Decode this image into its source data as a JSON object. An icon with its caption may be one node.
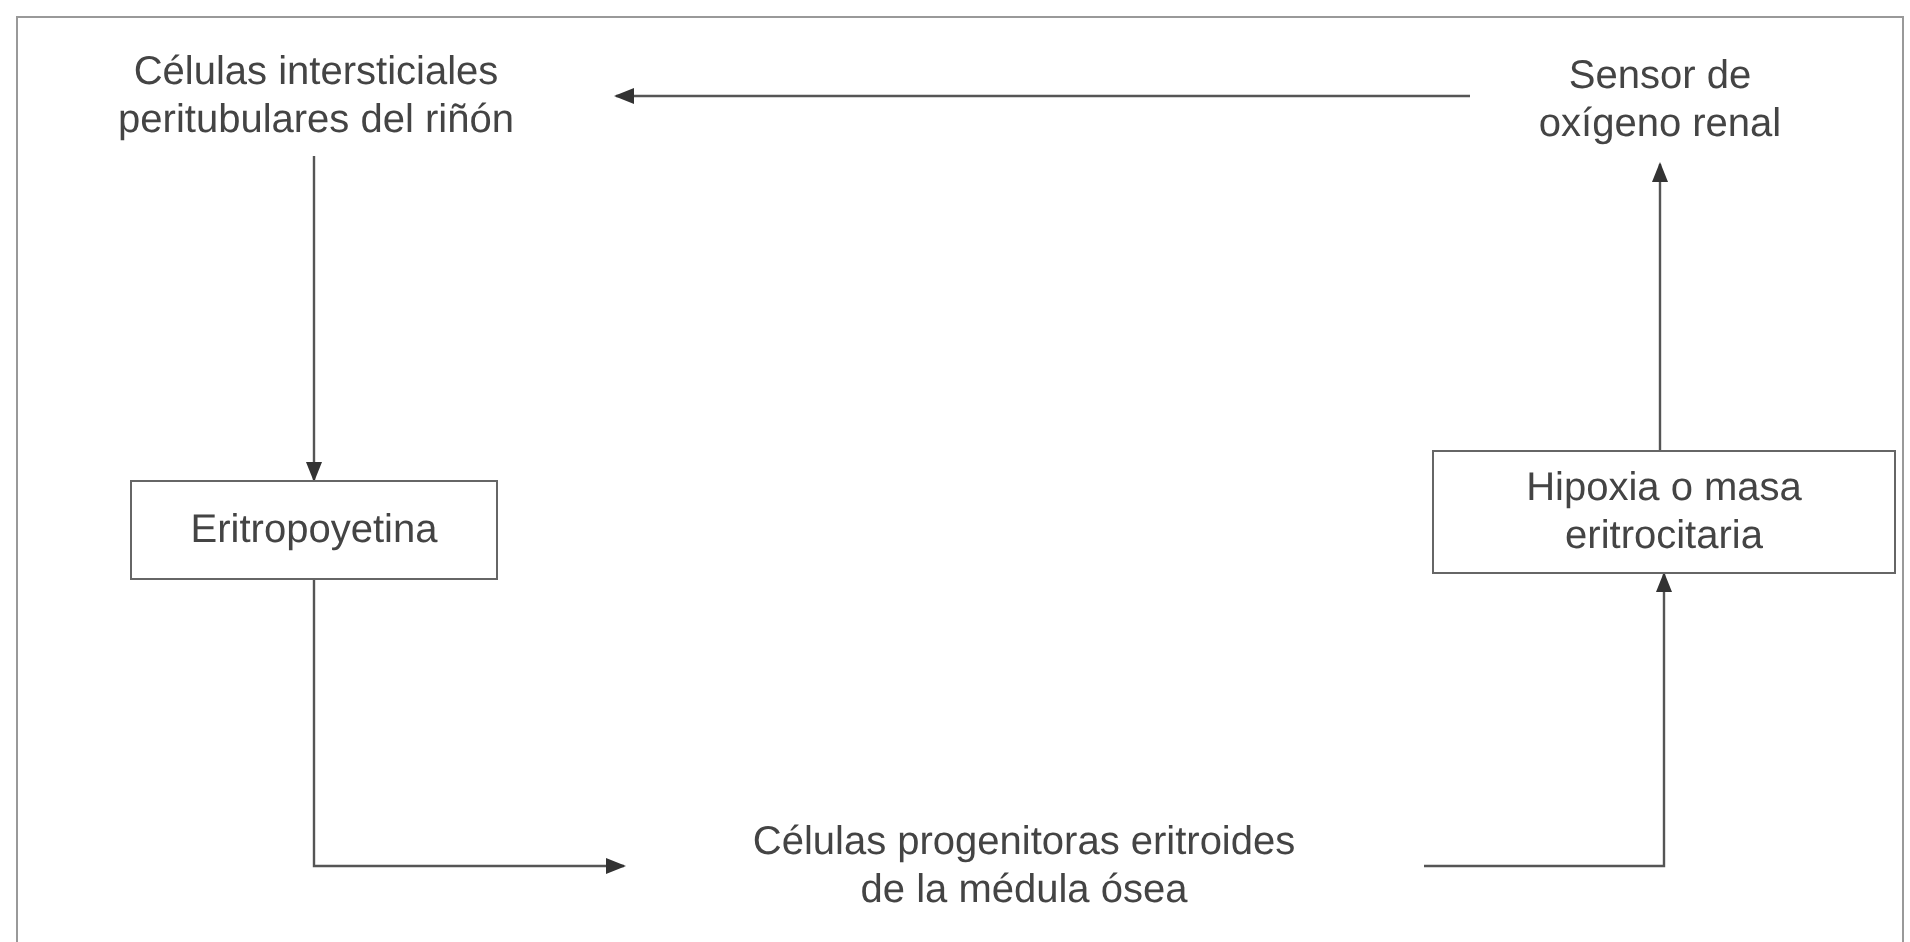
{
  "diagram": {
    "nodes": [
      {
        "text": [
          "Células intersticiales peritubulares del riñón"
        ]
      },
      {
        "text": [
          "Eritropoyetina"
        ]
      },
      {
        "text": [
          "Células progenitoras eritroides de la médula ósea"
        ]
      },
      {
        "text": [
          "Hipoxia o masa eritrocitaria"
        ]
      },
      {
        "text": [
          "Sensor de oxígeno renal"
        ]
      }
    ],
    "edges": [
      {
        "from": 4,
        "to": 0,
        "arrow": "to"
      },
      {
        "from": 0,
        "to": 1,
        "arrow": "to"
      },
      {
        "from": 1,
        "to": 2,
        "arrow": "to"
      },
      {
        "from": 2,
        "to": 3,
        "arrow": "to"
      },
      {
        "from": 3,
        "to": 4,
        "arrow": "to"
      }
    ]
  }
}
